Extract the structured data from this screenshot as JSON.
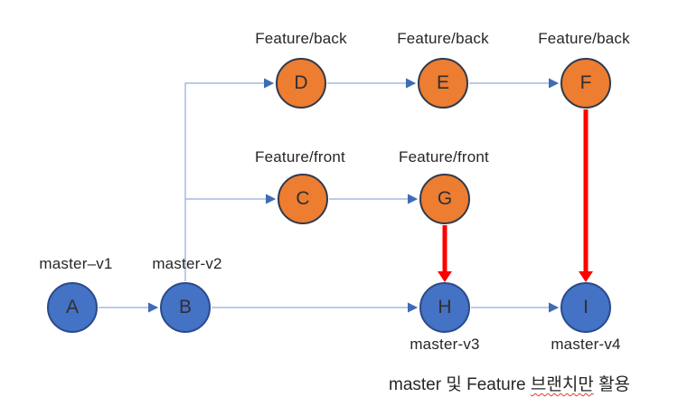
{
  "diagram_title": "git-branch-flow",
  "nodes": [
    {
      "label": "A",
      "branch": "master"
    },
    {
      "label": "B",
      "branch": "master"
    },
    {
      "label": "C",
      "branch": "feature-front"
    },
    {
      "label": "D",
      "branch": "feature-back"
    },
    {
      "label": "E",
      "branch": "feature-back"
    },
    {
      "label": "F",
      "branch": "feature-back"
    },
    {
      "label": "G",
      "branch": "feature-front"
    },
    {
      "label": "H",
      "branch": "master"
    },
    {
      "label": "I",
      "branch": "master"
    }
  ],
  "labels": {
    "feature_back": [
      "Feature/back",
      "Feature/back",
      "Feature/back"
    ],
    "feature_front": [
      "Feature/front",
      "Feature/front"
    ],
    "master_v1": "master–v1",
    "master_v2": "master-v2",
    "master_v3": "master-v3",
    "master_v4": "master-v4"
  },
  "caption": {
    "prefix": "master 및 Feature ",
    "misspelled": "브랜치만",
    "suffix": " 활용"
  },
  "colors": {
    "background": "#FFFFFF",
    "master_node_fill": "#4472C4",
    "master_node_border": "#2B4A8B",
    "feature_node_fill": "#ED7D31",
    "feature_node_border": "#31394A",
    "connector_line": "#A6B9E3",
    "connector_arrow": "#3E6CB5",
    "merge_arrow": "#FF0000",
    "text": "#262626",
    "spellcheck_underline": "#E03C31"
  }
}
